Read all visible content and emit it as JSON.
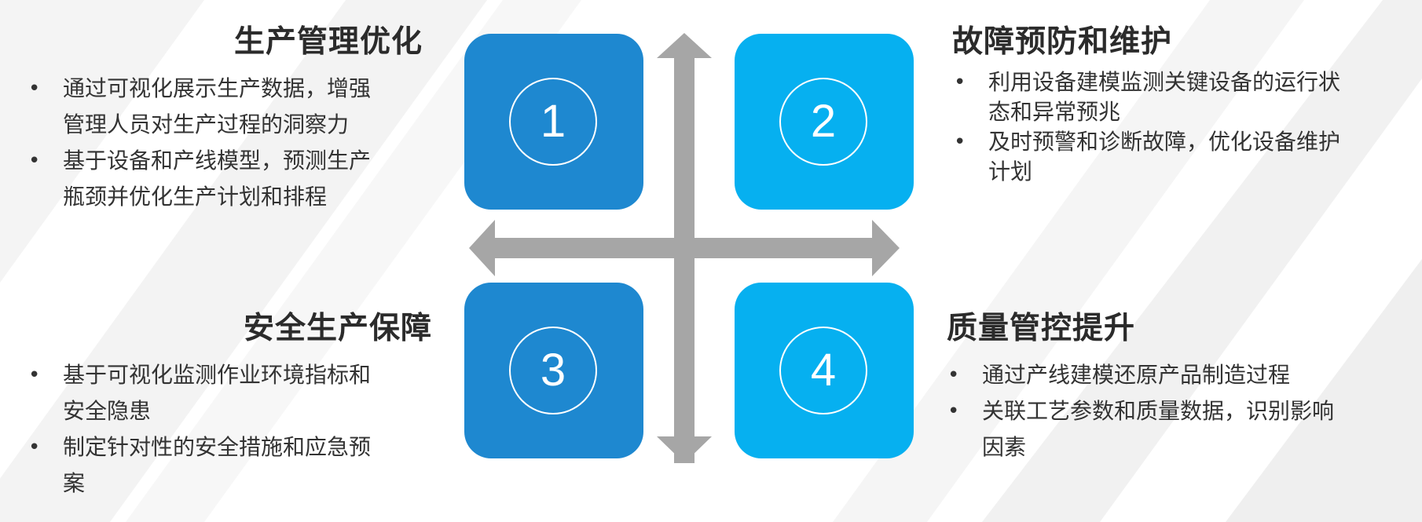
{
  "colors": {
    "tile_dark": "#1e88d0",
    "tile_light": "#06b0f0",
    "arrow": "#a6a6a6",
    "title": "#2b2b2b",
    "body_text": "#333333"
  },
  "quadrants": [
    {
      "number": "1",
      "title": "生产管理优化",
      "bullets": [
        [
          "通过可视化展示生产数据，增强",
          "管理人员对生产过程的洞察力"
        ],
        [
          "基于设备和产线模型，预测生产",
          "瓶颈并优化生产计划和排程"
        ]
      ]
    },
    {
      "number": "2",
      "title": "故障预防和维护",
      "bullets": [
        [
          "利用设备建模监测关键设备的运行状",
          "态和异常预兆"
        ],
        [
          "及时预警和诊断故障，优化设备维护",
          "计划"
        ]
      ]
    },
    {
      "number": "3",
      "title": "安全生产保障",
      "bullets": [
        [
          "基于可视化监测作业环境指标和",
          "安全隐患"
        ],
        [
          "制定针对性的安全措施和应急预",
          "案"
        ]
      ]
    },
    {
      "number": "4",
      "title": "质量管控提升",
      "bullets": [
        [
          "通过产线建模还原产品制造过程"
        ],
        [
          "关联工艺参数和质量数据，识别影响",
          "因素"
        ]
      ]
    }
  ]
}
